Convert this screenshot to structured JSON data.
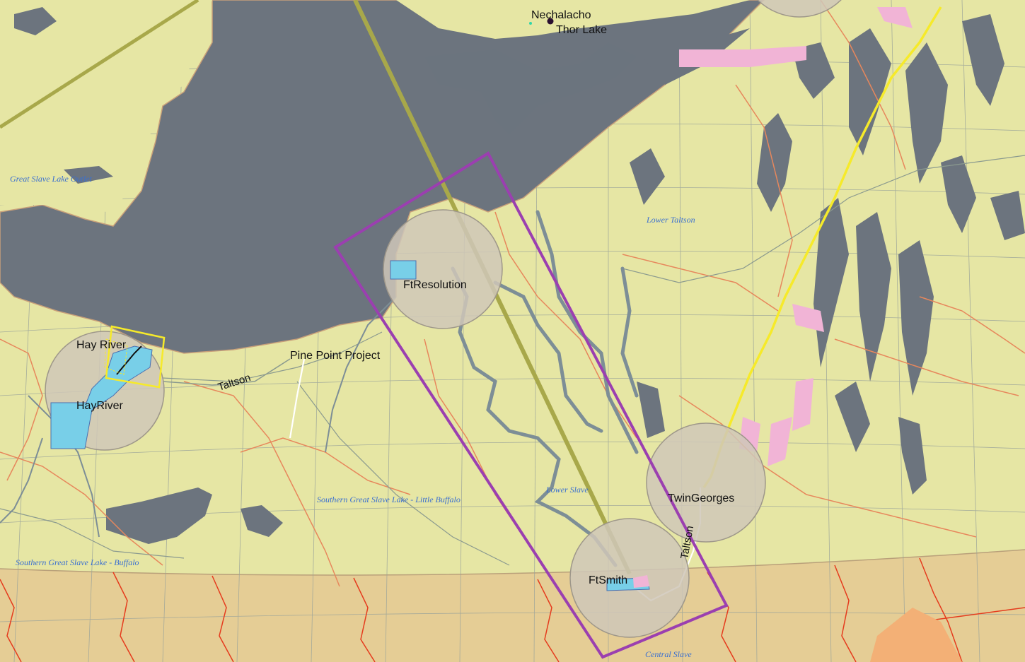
{
  "map": {
    "colors": {
      "land": "#e6e6a4",
      "southern_land": "#e5cd95",
      "water": "#6c747e",
      "grid": "#9aa39a",
      "boundary": "#e7875c",
      "south_boundary": "#e53b1d",
      "watershed_line": "#8b9a8f",
      "river": "#7d8e96",
      "study_box": "#9b3fb0",
      "transmission_line": "#a8a84a",
      "yellow_line": "#f6ea2a",
      "buffer_circle": "#cfc7b9",
      "community": "#78cfe8",
      "pink_zone": "#f1b4d6",
      "white_line": "#ffffff"
    },
    "places": {
      "nechalacho": "Nechalacho",
      "thor_lake": "Thor Lake",
      "hay_river_upper": "Hay River",
      "hay_river_lower": "HayRiver",
      "ft_resolution": "FtResolution",
      "pine_point": "Pine Point Project",
      "twin_georges": "TwinGeorges",
      "ft_smith": "FtSmith"
    },
    "rivers": {
      "taltson_west": "Taltson",
      "taltson_east": "Taltson"
    },
    "regions": {
      "great_slave_outlet": "Great Slave Lake Outlet",
      "lower_taltson": "Lower Taltson",
      "southern_little_buffalo": "Southern Great Slave Lake - Little Buffalo",
      "lower_slave": "Lower Slave",
      "southern_buffalo": "Southern Great Slave Lake - Buffalo",
      "central_slave": "Central Slave"
    }
  }
}
